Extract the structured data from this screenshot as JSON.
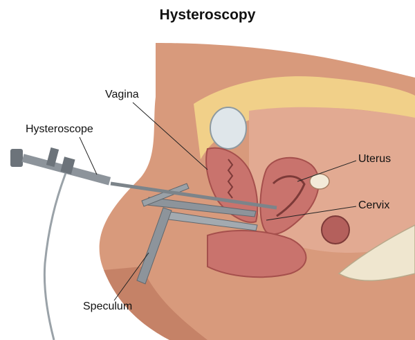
{
  "title": "Hysteroscopy",
  "labels": {
    "vagina": "Vagina",
    "hysteroscope": "Hysteroscope",
    "uterus": "Uterus",
    "cervix": "Cervix",
    "speculum": "Speculum"
  },
  "colors": {
    "skin": "#d89a7c",
    "skin_shadow": "#b9735a",
    "fat": "#f1d089",
    "organ": "#c9736d",
    "organ_dark": "#a54f4c",
    "instrument": "#8d949b",
    "bone": "#efe6cf",
    "bladder": "#dfe6ea"
  }
}
